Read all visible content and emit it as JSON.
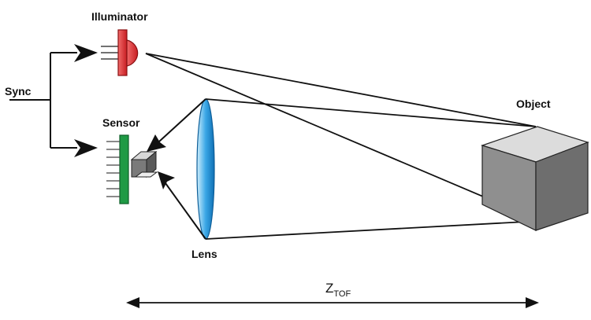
{
  "labels": {
    "illuminator": "Illuminator",
    "sync": "Sync",
    "sensor": "Sensor",
    "lens": "Lens",
    "object": "Object",
    "distance_main": "Z",
    "distance_sub": "TOF"
  },
  "colors": {
    "illuminator": "#e0262b",
    "sensor": "#1f9a45",
    "lens": "#3aa7e6",
    "cube_front": "#8f8f8f",
    "cube_top": "#dcdcdc",
    "cube_side": "#6e6e6e",
    "line": "#111111"
  }
}
